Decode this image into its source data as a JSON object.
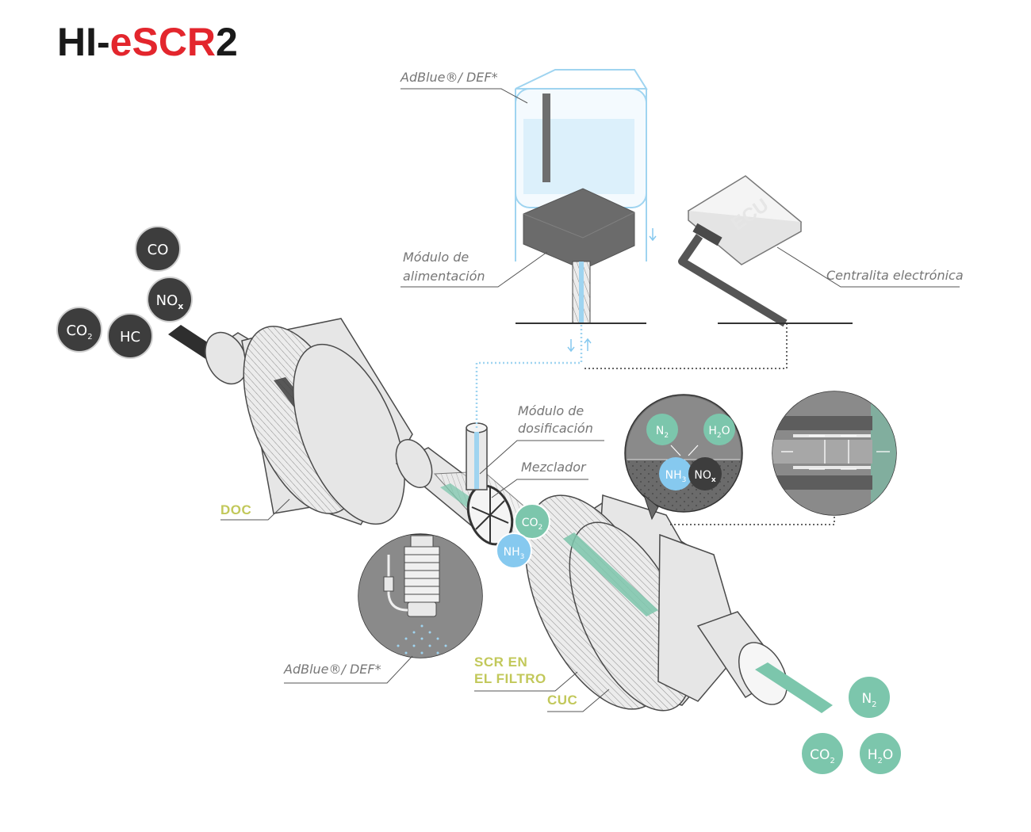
{
  "logo": {
    "prefix": "HI-",
    "highlight": "eSCR",
    "suffix": "2",
    "colors": {
      "dark": "#1a1a1a",
      "accent": "#e3262d"
    }
  },
  "labels": {
    "adblue_tank": "AdBlue®/ DEF*",
    "supply_module_1": "Módulo de",
    "supply_module_2": "alimentación",
    "ecu_label": "Centralita electrónica",
    "dosing_1": "Módulo de",
    "dosing_2": "dosificación",
    "mixer": "Mezclador",
    "adblue_spray": "AdBlue®/ DEF*",
    "doc": "DOC",
    "scr_1": "SCR EN",
    "scr_2": "EL FILTRO",
    "cuc": "CUC",
    "ecu_box": "ECU"
  },
  "inputs": [
    {
      "base": "CO",
      "sub": ""
    },
    {
      "base": "NO",
      "sub": "x"
    },
    {
      "base": "CO",
      "sub": "2"
    },
    {
      "base": "HC",
      "sub": ""
    }
  ],
  "outputs": [
    {
      "base": "N",
      "sub": "2",
      "tail": ""
    },
    {
      "base": "CO",
      "sub": "2",
      "tail": ""
    },
    {
      "base": "H",
      "sub": "2",
      "tail": "O"
    }
  ],
  "mixer_molecules": [
    {
      "base": "CO",
      "sub": "2",
      "tail": ""
    },
    {
      "base": "NH",
      "sub": "3",
      "tail": ""
    }
  ],
  "reaction": {
    "products": [
      {
        "base": "N",
        "sub": "2",
        "tail": ""
      },
      {
        "base": "H",
        "sub": "2",
        "tail": "O"
      }
    ],
    "reactants": [
      {
        "base": "NH",
        "sub": "3",
        "tail": ""
      },
      {
        "base": "NO",
        "sub": "x",
        "tail": ""
      }
    ]
  },
  "colors": {
    "pollutant": "#3d3d3d",
    "clean": "#7cc6ac",
    "ammonia": "#86c9ef",
    "adblue": "#9fd4f0",
    "body": "#e6e6e6",
    "outline": "#4a4a4a",
    "tag": "#c2c85a"
  }
}
